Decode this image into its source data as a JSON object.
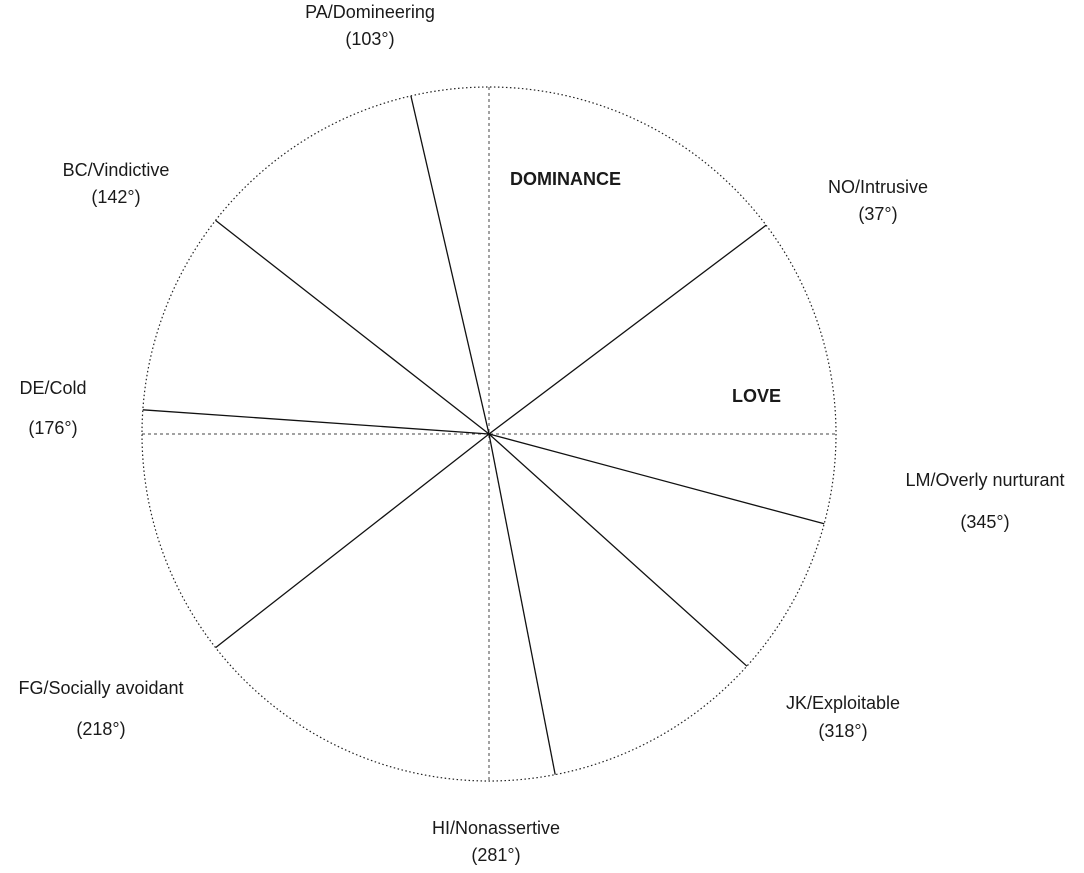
{
  "diagram": {
    "axis_titles": {
      "vertical": "DOMINANCE",
      "horizontal": "LOVE"
    },
    "segments": [
      {
        "code_name": "PA/Domineering",
        "angle_text": "(103°)",
        "angle_deg": 103
      },
      {
        "code_name": "BC/Vindictive",
        "angle_text": "(142°)",
        "angle_deg": 142
      },
      {
        "code_name": "NO/Intrusive",
        "angle_text": "(37°)",
        "angle_deg": 37
      },
      {
        "code_name": "DE/Cold",
        "angle_text": "(176°)",
        "angle_deg": 176
      },
      {
        "code_name": "LM/Overly nurturant",
        "angle_text": "(345°)",
        "angle_deg": 345
      },
      {
        "code_name": "FG/Socially avoidant",
        "angle_text": "(218°)",
        "angle_deg": 218
      },
      {
        "code_name": "JK/Exploitable",
        "angle_text": "(318°)",
        "angle_deg": 318
      },
      {
        "code_name": "HI/Nonassertive",
        "angle_text": "(281°)",
        "angle_deg": 281
      }
    ]
  }
}
